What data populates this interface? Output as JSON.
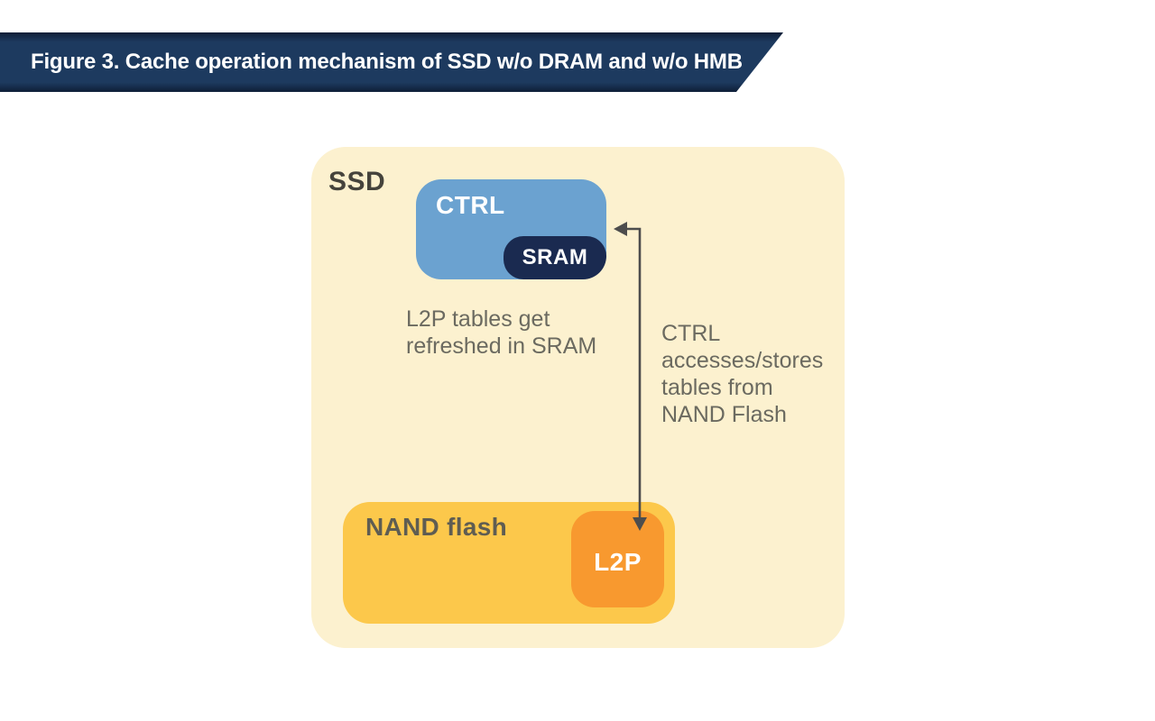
{
  "figure": {
    "title": "Figure 3. Cache operation mechanism of SSD w/o DRAM and w/o HMB"
  },
  "diagram": {
    "ssd_label": "SSD",
    "ctrl_label": "CTRL",
    "sram_label": "SRAM",
    "nand_label": "NAND flash",
    "l2p_label": "L2P",
    "note_left": "L2P tables get\nrefreshed in SRAM",
    "note_right": "CTRL\naccesses/stores\ntables from\nNAND Flash"
  },
  "icons": {
    "arrow": "bidirectional-elbow-arrow"
  },
  "colors": {
    "banner_navy": "#1d3a5f",
    "banner_navy_dark": "#0e1e37",
    "ssd_bg": "#fcf1cf",
    "ctrl_blue": "#6ba2d0",
    "sram_navy": "#1a2a50",
    "nand_yellow": "#fcc84b",
    "l2p_orange": "#f8992f",
    "note_gray": "#6b6a60",
    "arrow_gray": "#4d4d4d"
  }
}
